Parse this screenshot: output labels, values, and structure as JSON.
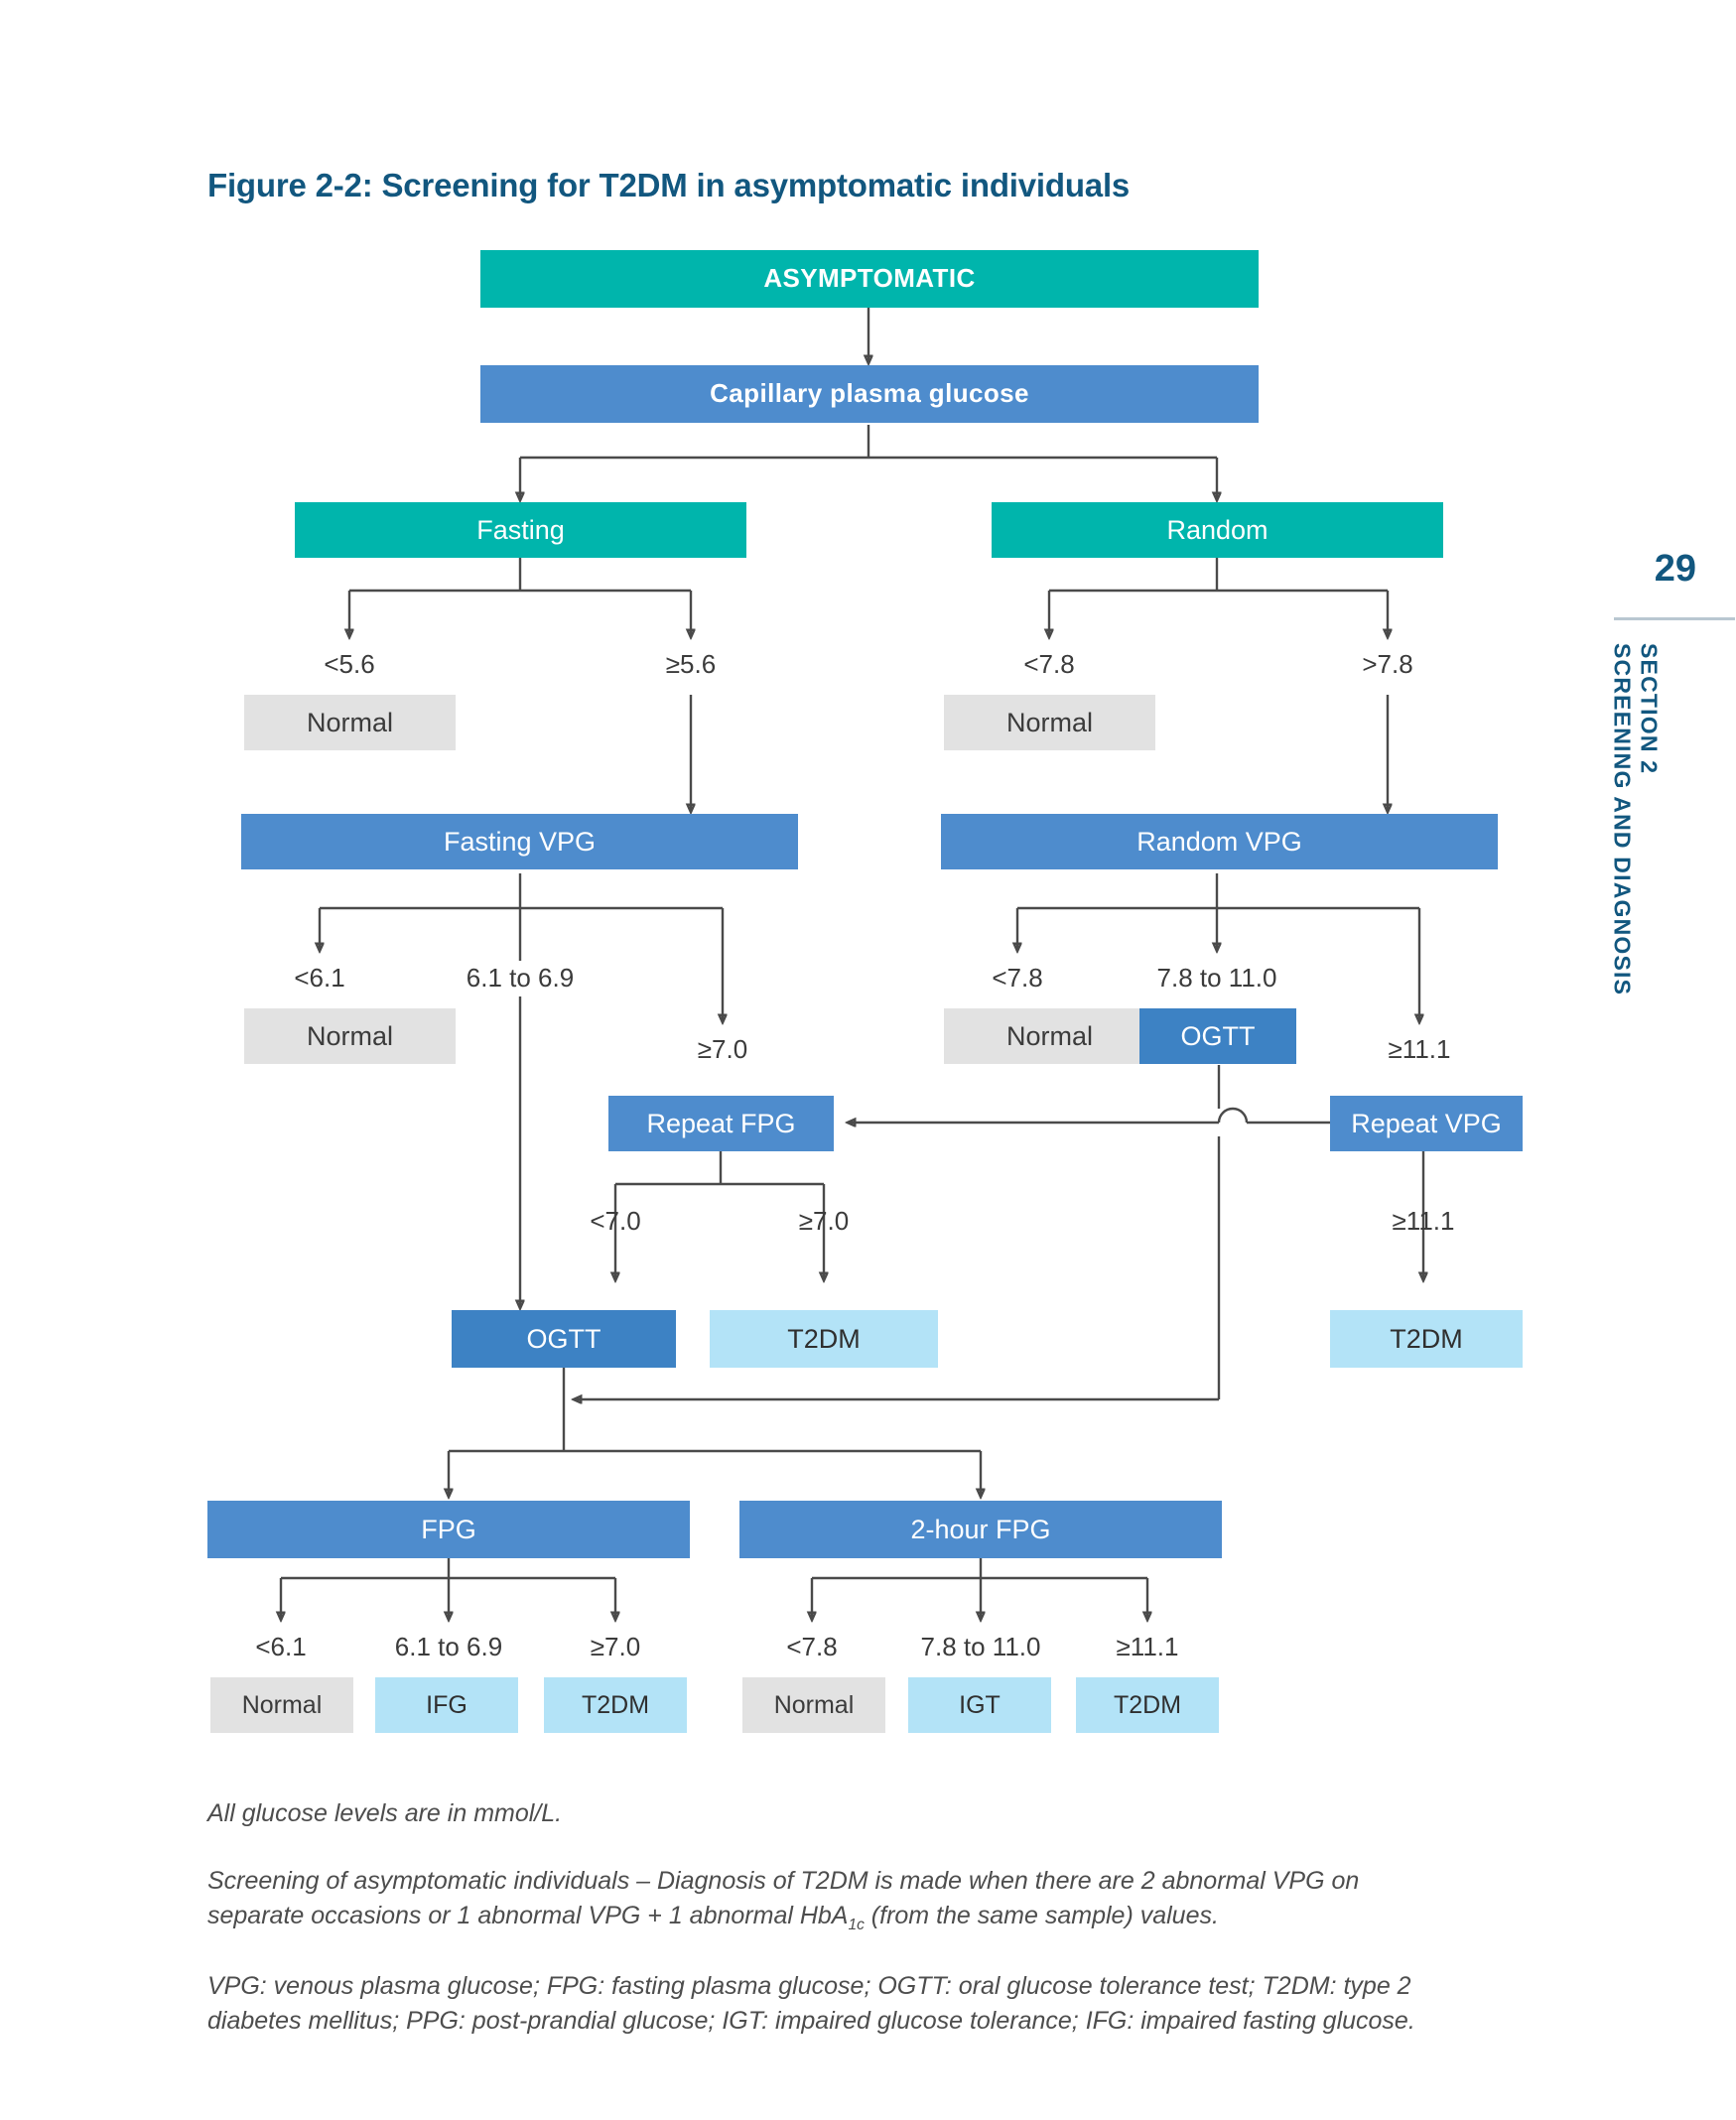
{
  "figure": {
    "title": "Figure 2-2: Screening for T2DM in asymptomatic individuals",
    "title_color": "#12577f"
  },
  "palette": {
    "teal": "#00b5ac",
    "blue": "#4e8ccd",
    "blue_dark": "#3d82c4",
    "grey": "#e2e2e2",
    "light_blue": "#b3e3f7",
    "connector": "#4a4a4a",
    "text_dark": "#3b3b3b"
  },
  "nodes": {
    "asymptomatic": "ASYMPTOMATIC",
    "capillary": "Capillary plasma glucose",
    "fasting": "Fasting",
    "random": "Random",
    "normal": "Normal",
    "fasting_vpg": "Fasting VPG",
    "random_vpg": "Random VPG",
    "ogtt": "OGTT",
    "repeat_fpg": "Repeat FPG",
    "repeat_vpg": "Repeat VPG",
    "t2dm": "T2DM",
    "fpg": "FPG",
    "two_hour_fpg": "2-hour FPG",
    "ifg": "IFG",
    "igt": "IGT"
  },
  "thresholds": {
    "cap_fasting_low": "<5.6",
    "cap_fasting_high": "≥5.6",
    "cap_random_low": "<7.8",
    "cap_random_high": ">7.8",
    "fvpg_low": "<6.1",
    "fvpg_mid": "6.1 to 6.9",
    "fvpg_high": "≥7.0",
    "rvpg_low": "<7.8",
    "rvpg_mid": "7.8 to 11.0",
    "rvpg_high": "≥11.1",
    "repeat_fpg_low": "<7.0",
    "repeat_fpg_high": "≥7.0",
    "repeat_vpg_high": "≥11.1",
    "fpg_low": "<6.1",
    "fpg_mid": "6.1 to 6.9",
    "fpg_high": "≥7.0",
    "hr2_low": "<7.8",
    "hr2_mid": "7.8 to 11.0",
    "hr2_high": "≥11.1"
  },
  "notes": {
    "units": "All glucose levels are in mmol/L.",
    "screening_line1": "Screening of asymptomatic individuals – Diagnosis of T2DM is made when there are 2 abnormal VPG on",
    "screening_line2_a": "separate occasions or 1 abnormal VPG + 1 abnormal HbA",
    "screening_sub": "1c",
    "screening_line2_b": " (from the same sample) values.",
    "abbrev_line1": "VPG: venous plasma glucose; FPG: fasting plasma glucose; OGTT: oral glucose tolerance test; T2DM: type 2",
    "abbrev_line2": "diabetes mellitus; PPG: post-prandial glucose; IGT: impaired glucose tolerance; IFG: impaired fasting glucose."
  },
  "margin": {
    "page_number": "29",
    "section_label": "SECTION 2",
    "section_title": "SCREENING AND DIAGNOSIS"
  }
}
